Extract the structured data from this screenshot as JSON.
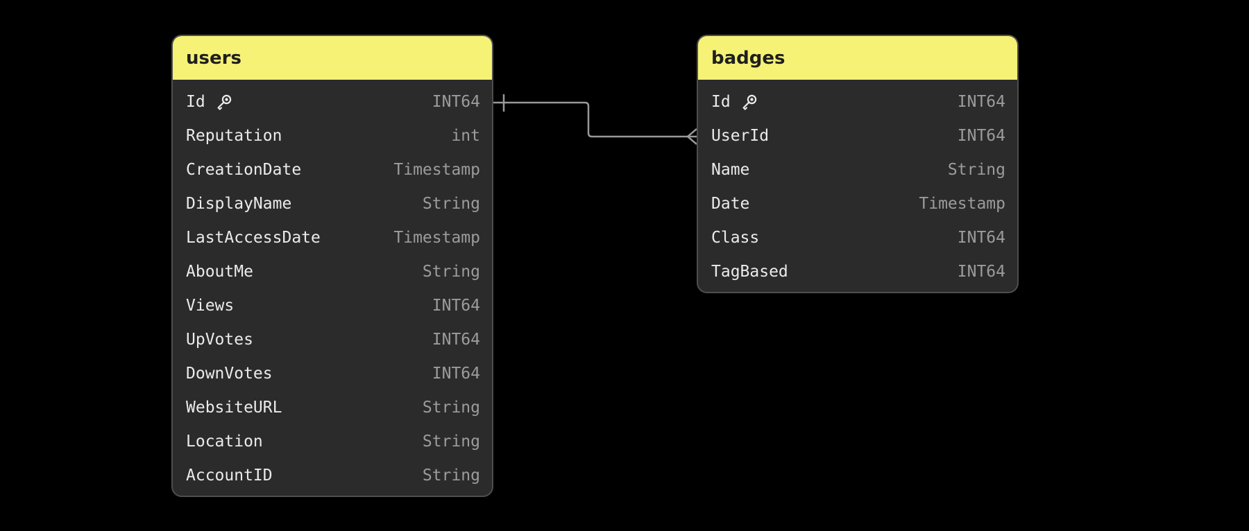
{
  "diagram": {
    "type": "entity-relationship",
    "background": "#000000",
    "colors": {
      "header_bg": "#f5f276",
      "body_bg": "#2b2b2b",
      "border": "#4e4e4e",
      "field_text": "#ebebeb",
      "type_text": "#9c9c9c",
      "line": "#999999",
      "header_text": "#1f1f1f"
    },
    "icons": {
      "primary_key": "key-icon"
    }
  },
  "tables": [
    {
      "id": "users",
      "name": "users",
      "fields": [
        {
          "name": "Id",
          "type": "INT64",
          "key": true
        },
        {
          "name": "Reputation",
          "type": "int"
        },
        {
          "name": "CreationDate",
          "type": "Timestamp"
        },
        {
          "name": "DisplayName",
          "type": "String"
        },
        {
          "name": "LastAccessDate",
          "type": "Timestamp"
        },
        {
          "name": "AboutMe",
          "type": "String"
        },
        {
          "name": "Views",
          "type": "INT64"
        },
        {
          "name": "UpVotes",
          "type": "INT64"
        },
        {
          "name": "DownVotes",
          "type": "INT64"
        },
        {
          "name": "WebsiteURL",
          "type": "String"
        },
        {
          "name": "Location",
          "type": "String"
        },
        {
          "name": "AccountID",
          "type": "String"
        }
      ]
    },
    {
      "id": "badges",
      "name": "badges",
      "fields": [
        {
          "name": "Id",
          "type": "INT64",
          "key": true
        },
        {
          "name": "UserId",
          "type": "INT64"
        },
        {
          "name": "Name",
          "type": "String"
        },
        {
          "name": "Date",
          "type": "Timestamp"
        },
        {
          "name": "Class",
          "type": "INT64"
        },
        {
          "name": "TagBased",
          "type": "INT64"
        }
      ]
    }
  ],
  "relationship": {
    "from_table": "users",
    "from_field": "Id",
    "to_table": "badges",
    "to_field": "UserId",
    "cardinality": "one-to-many",
    "from_marker": "one-tick",
    "to_marker": "crow-foot-many"
  }
}
